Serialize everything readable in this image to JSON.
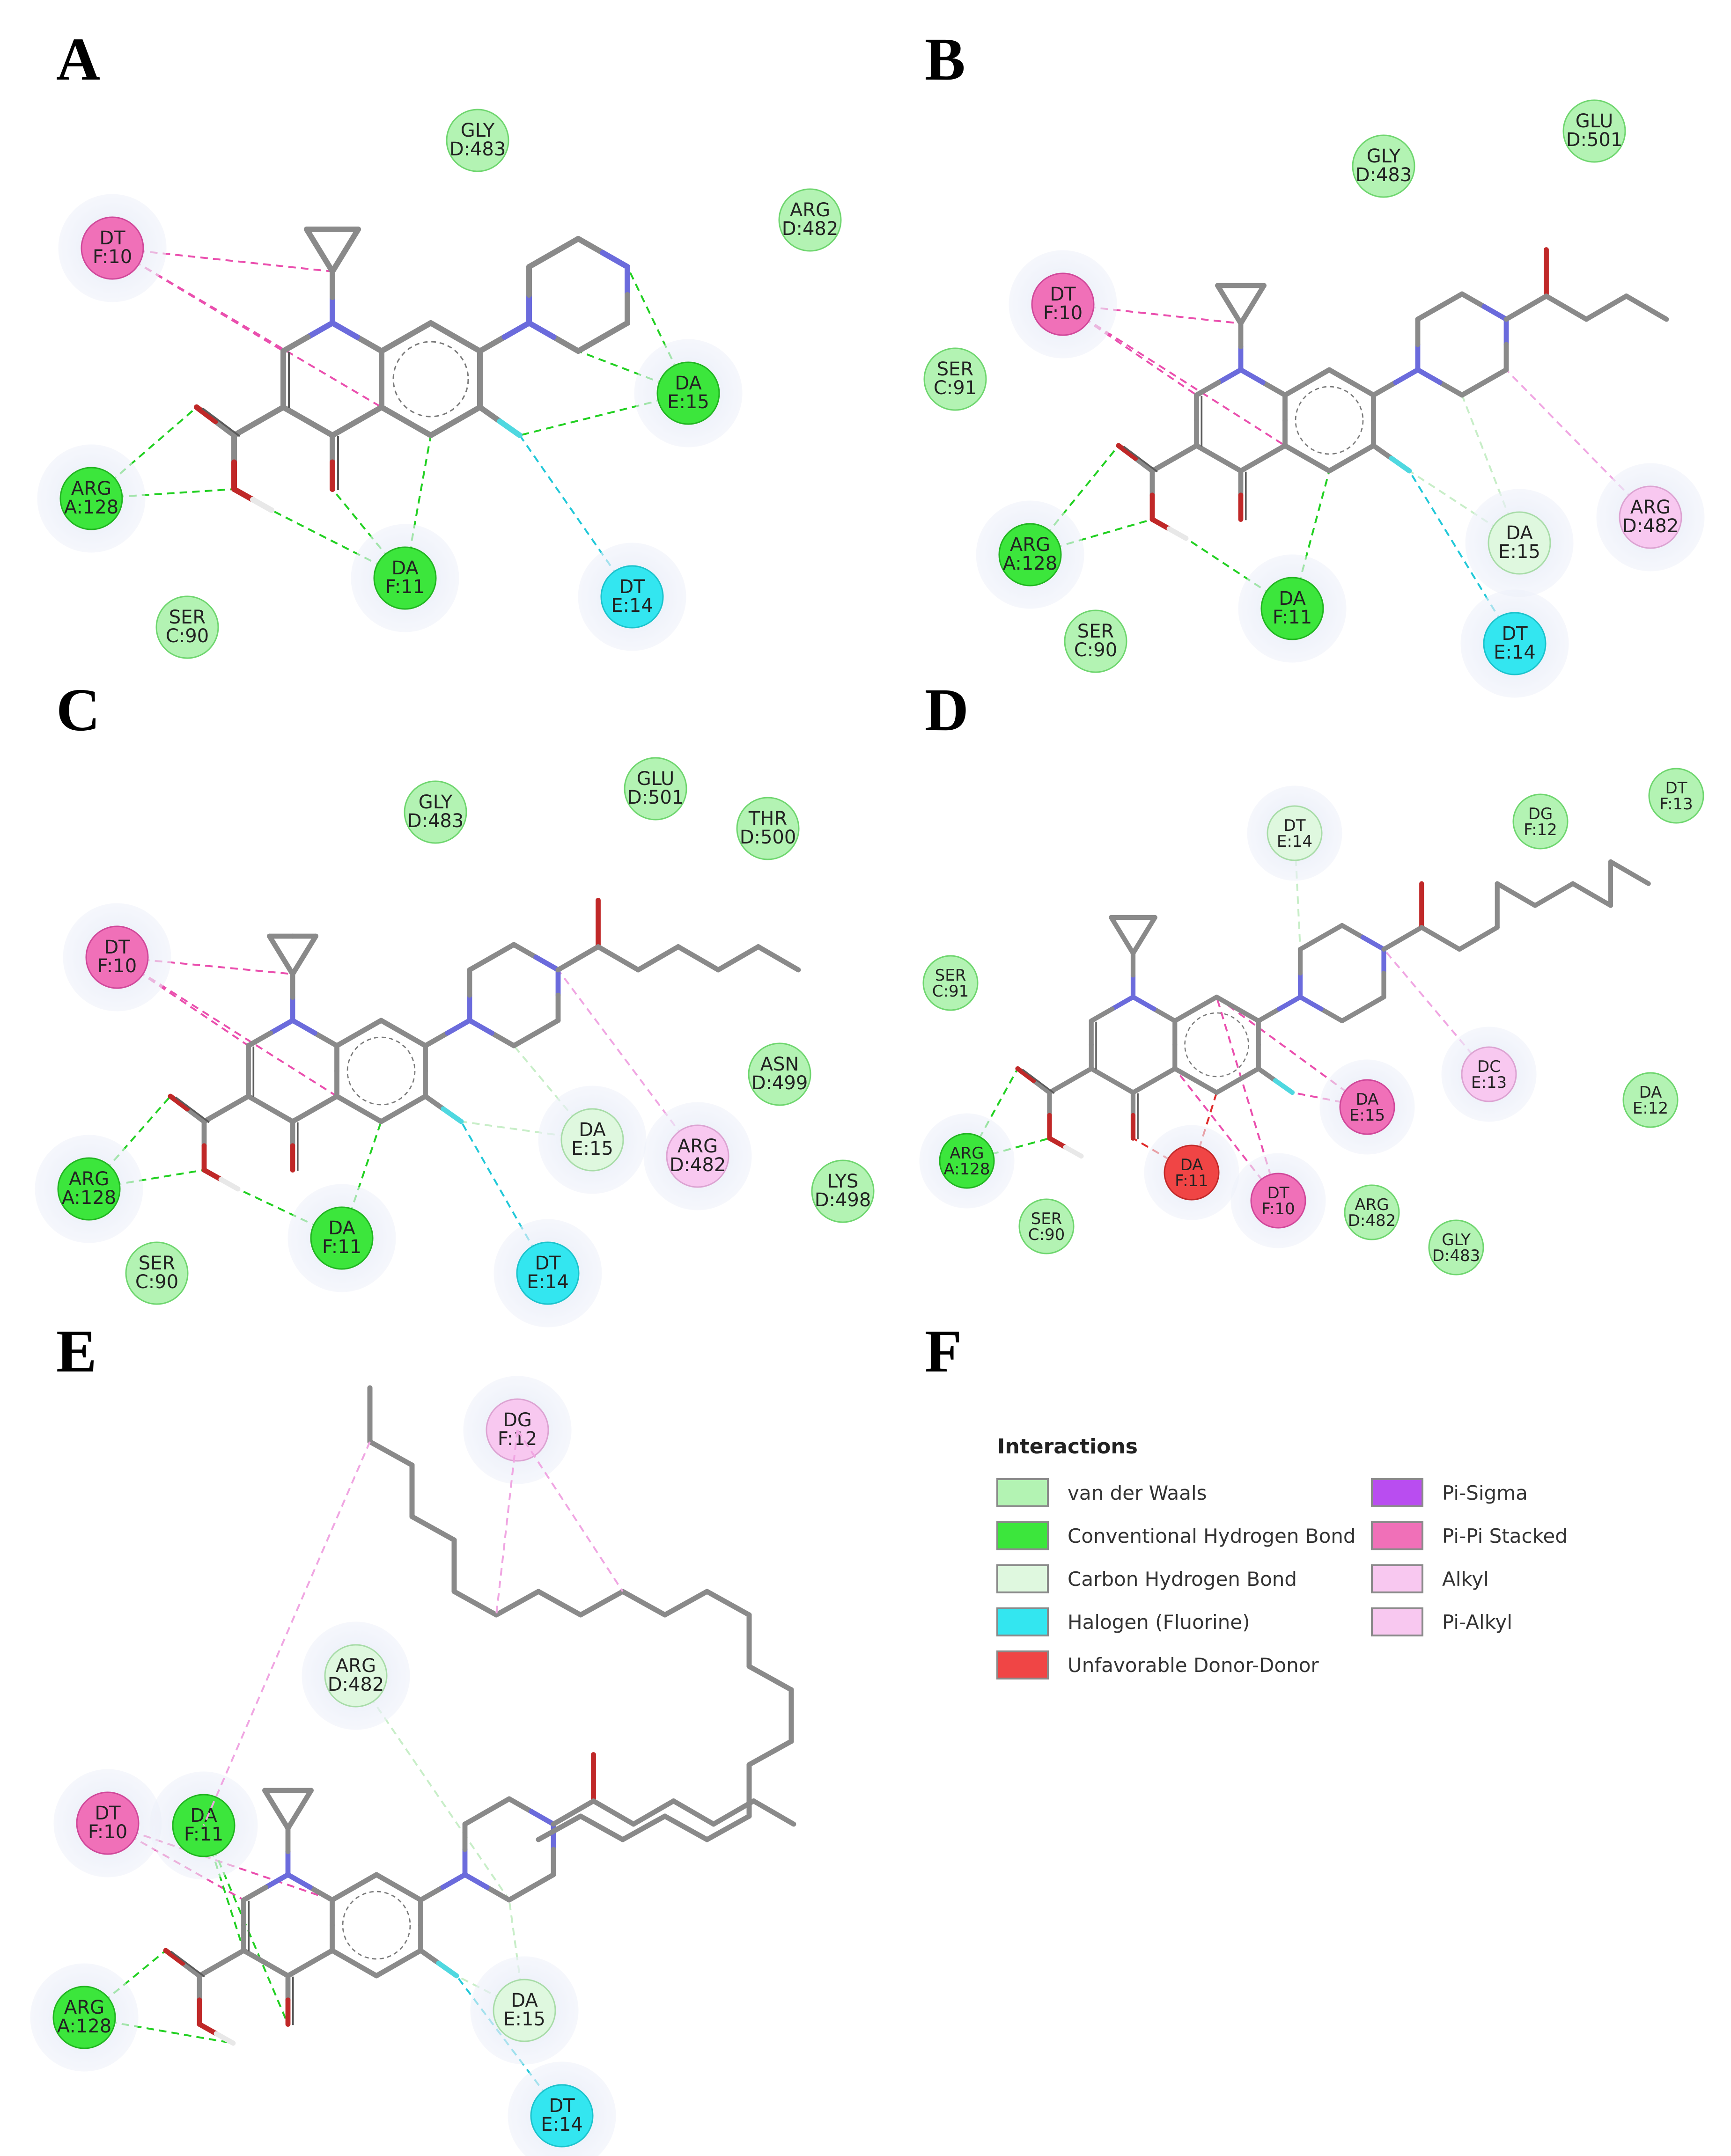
{
  "colors": {
    "van_der_waals": "#b3f3b3",
    "conventional_hbond": "#3ce63c",
    "carbon_hbond": "#dff8df",
    "halogen": "#33e6f0",
    "unfavorable": "#f04545",
    "pi_sigma": "#b94df0",
    "pi_pi_stacked": "#f070b8",
    "alkyl": "#f8c8f0",
    "pi_alkyl": "#f8c8f0"
  },
  "panels": [
    {
      "label": "A",
      "residues": [
        {
          "name": "GLY",
          "id": "D:483",
          "type": "van_der_waals"
        },
        {
          "name": "ARG",
          "id": "D:482",
          "type": "van_der_waals"
        },
        {
          "name": "DT",
          "id": "F:10",
          "type": "pi_pi_stacked"
        },
        {
          "name": "DA",
          "id": "E:15",
          "type": "conventional_hbond"
        },
        {
          "name": "ARG",
          "id": "A:128",
          "type": "conventional_hbond"
        },
        {
          "name": "DA",
          "id": "F:11",
          "type": "conventional_hbond"
        },
        {
          "name": "DT",
          "id": "E:14",
          "type": "halogen"
        },
        {
          "name": "SER",
          "id": "C:90",
          "type": "van_der_waals"
        }
      ]
    },
    {
      "label": "B",
      "residues": [
        {
          "name": "GLY",
          "id": "D:483",
          "type": "van_der_waals"
        },
        {
          "name": "GLU",
          "id": "D:501",
          "type": "van_der_waals"
        },
        {
          "name": "DT",
          "id": "F:10",
          "type": "pi_pi_stacked"
        },
        {
          "name": "SER",
          "id": "C:91",
          "type": "van_der_waals"
        },
        {
          "name": "ARG",
          "id": "D:482",
          "type": "alkyl"
        },
        {
          "name": "DA",
          "id": "E:15",
          "type": "carbon_hbond"
        },
        {
          "name": "ARG",
          "id": "A:128",
          "type": "conventional_hbond"
        },
        {
          "name": "DA",
          "id": "F:11",
          "type": "conventional_hbond"
        },
        {
          "name": "SER",
          "id": "C:90",
          "type": "van_der_waals"
        },
        {
          "name": "DT",
          "id": "E:14",
          "type": "halogen"
        }
      ]
    },
    {
      "label": "C",
      "residues": [
        {
          "name": "GLY",
          "id": "D:483",
          "type": "van_der_waals"
        },
        {
          "name": "GLU",
          "id": "D:501",
          "type": "van_der_waals"
        },
        {
          "name": "THR",
          "id": "D:500",
          "type": "van_der_waals"
        },
        {
          "name": "DT",
          "id": "F:10",
          "type": "pi_pi_stacked"
        },
        {
          "name": "ASN",
          "id": "D:499",
          "type": "van_der_waals"
        },
        {
          "name": "DA",
          "id": "E:15",
          "type": "carbon_hbond"
        },
        {
          "name": "ARG",
          "id": "D:482",
          "type": "alkyl"
        },
        {
          "name": "LYS",
          "id": "D:498",
          "type": "van_der_waals"
        },
        {
          "name": "ARG",
          "id": "A:128",
          "type": "conventional_hbond"
        },
        {
          "name": "DA",
          "id": "F:11",
          "type": "conventional_hbond"
        },
        {
          "name": "SER",
          "id": "C:90",
          "type": "van_der_waals"
        },
        {
          "name": "DT",
          "id": "E:14",
          "type": "halogen"
        }
      ]
    },
    {
      "label": "D",
      "residues": [
        {
          "name": "DT",
          "id": "E:14",
          "type": "carbon_hbond"
        },
        {
          "name": "DG",
          "id": "F:12",
          "type": "van_der_waals"
        },
        {
          "name": "DT",
          "id": "F:13",
          "type": "van_der_waals"
        },
        {
          "name": "SER",
          "id": "C:91",
          "type": "van_der_waals"
        },
        {
          "name": "DC",
          "id": "E:13",
          "type": "alkyl"
        },
        {
          "name": "DA",
          "id": "E:15",
          "type": "pi_pi_stacked"
        },
        {
          "name": "DA",
          "id": "E:12",
          "type": "van_der_waals"
        },
        {
          "name": "ARG",
          "id": "A:128",
          "type": "conventional_hbond"
        },
        {
          "name": "DA",
          "id": "F:11",
          "type": "unfavorable"
        },
        {
          "name": "DT",
          "id": "F:10",
          "type": "pi_pi_stacked"
        },
        {
          "name": "ARG",
          "id": "D:482",
          "type": "van_der_waals"
        },
        {
          "name": "SER",
          "id": "C:90",
          "type": "van_der_waals"
        },
        {
          "name": "GLY",
          "id": "D:483",
          "type": "van_der_waals"
        }
      ]
    },
    {
      "label": "E",
      "residues": [
        {
          "name": "DG",
          "id": "F:12",
          "type": "alkyl"
        },
        {
          "name": "ARG",
          "id": "D:482",
          "type": "carbon_hbond"
        },
        {
          "name": "DT",
          "id": "F:10",
          "type": "pi_pi_stacked"
        },
        {
          "name": "DA",
          "id": "F:11",
          "type": "conventional_hbond"
        },
        {
          "name": "ARG",
          "id": "A:128",
          "type": "conventional_hbond"
        },
        {
          "name": "DA",
          "id": "E:15",
          "type": "carbon_hbond"
        },
        {
          "name": "DT",
          "id": "E:14",
          "type": "halogen"
        }
      ]
    }
  ],
  "legend_panel_label": "F",
  "legend": {
    "title": "Interactions",
    "items": [
      {
        "label": "van der Waals",
        "type": "van_der_waals"
      },
      {
        "label": "Conventional Hydrogen Bond",
        "type": "conventional_hbond"
      },
      {
        "label": "Carbon Hydrogen Bond",
        "type": "carbon_hbond"
      },
      {
        "label": "Halogen (Fluorine)",
        "type": "halogen"
      },
      {
        "label": "Unfavorable Donor-Donor",
        "type": "unfavorable"
      },
      {
        "label": "Pi-Sigma",
        "type": "pi_sigma"
      },
      {
        "label": "Pi-Pi Stacked",
        "type": "pi_pi_stacked"
      },
      {
        "label": "Alkyl",
        "type": "alkyl"
      },
      {
        "label": "Pi-Alkyl",
        "type": "pi_alkyl"
      }
    ]
  }
}
